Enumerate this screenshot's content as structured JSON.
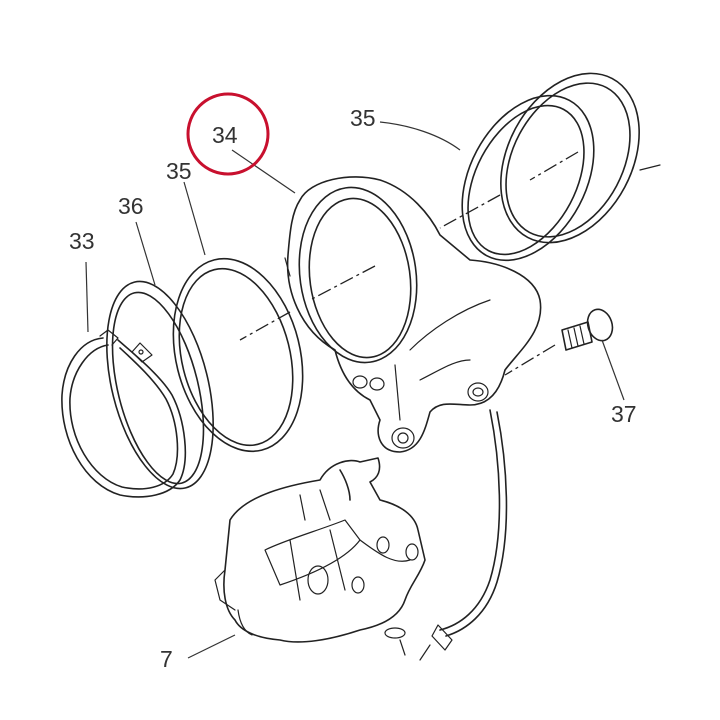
{
  "diagram": {
    "highlight_color": "#c8102e",
    "line_color": "#222222",
    "labels": {
      "p33": "33",
      "p34": "34",
      "p35_left": "35",
      "p35_right": "35",
      "p36": "36",
      "p37": "37",
      "p7": "7"
    }
  }
}
